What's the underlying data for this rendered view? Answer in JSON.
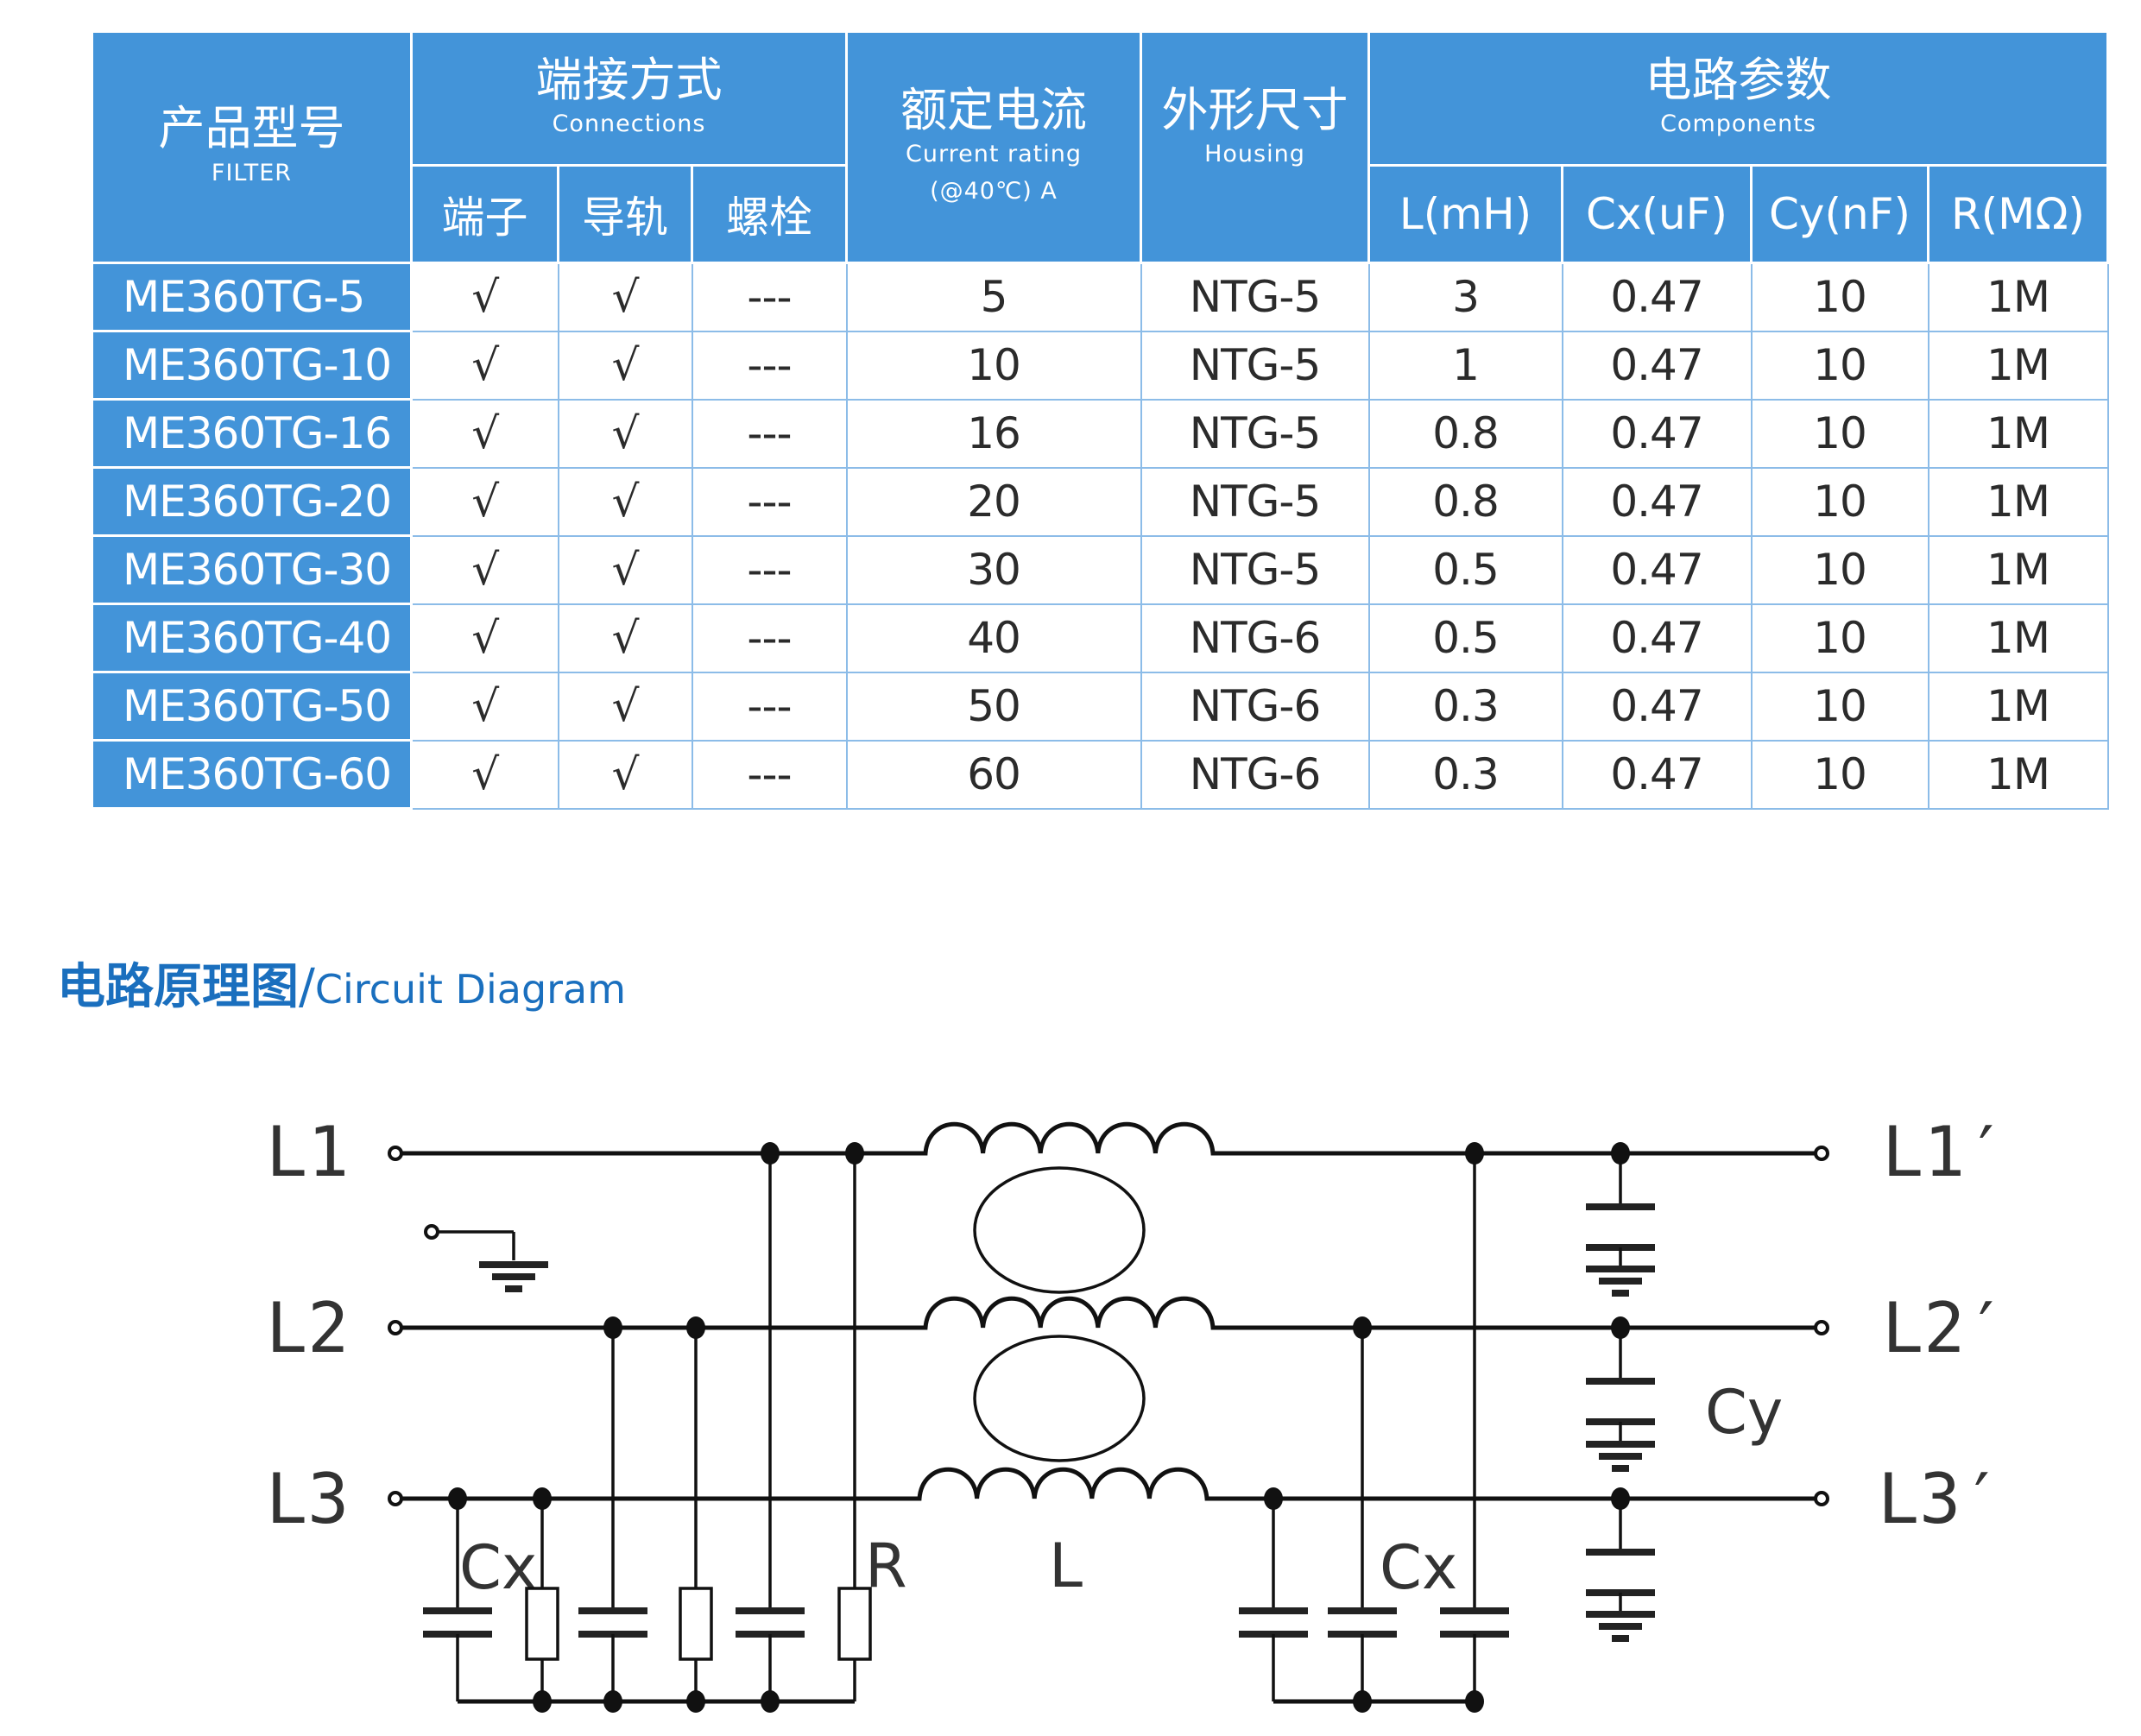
{
  "table": {
    "headers": {
      "model": {
        "cn": "产品型号",
        "en": "FILTER"
      },
      "connections": {
        "cn": "端接方式",
        "en": "Connections",
        "sub": [
          "端子",
          "导轨",
          "螺栓"
        ]
      },
      "current": {
        "cn": "额定电流",
        "en": "Current rating",
        "en2": "(@40℃)  A"
      },
      "housing": {
        "cn": "外形尺寸",
        "en": "Housing"
      },
      "components": {
        "cn": "电路参数",
        "en": "Components",
        "sub": [
          "L(mH)",
          "Cx(uF)",
          "Cy(nF)",
          "R(MΩ)"
        ]
      }
    },
    "rows": [
      {
        "model": "ME360TG-5",
        "terminal": "√",
        "rail": "√",
        "bolt": "---",
        "current": "5",
        "housing": "NTG-5",
        "L": "3",
        "Cx": "0.47",
        "Cy": "10",
        "R": "1M"
      },
      {
        "model": "ME360TG-10",
        "terminal": "√",
        "rail": "√",
        "bolt": "---",
        "current": "10",
        "housing": "NTG-5",
        "L": "1",
        "Cx": "0.47",
        "Cy": "10",
        "R": "1M"
      },
      {
        "model": "ME360TG-16",
        "terminal": "√",
        "rail": "√",
        "bolt": "---",
        "current": "16",
        "housing": "NTG-5",
        "L": "0.8",
        "Cx": "0.47",
        "Cy": "10",
        "R": "1M"
      },
      {
        "model": "ME360TG-20",
        "terminal": "√",
        "rail": "√",
        "bolt": "---",
        "current": "20",
        "housing": "NTG-5",
        "L": "0.8",
        "Cx": "0.47",
        "Cy": "10",
        "R": "1M"
      },
      {
        "model": "ME360TG-30",
        "terminal": "√",
        "rail": "√",
        "bolt": "---",
        "current": "30",
        "housing": "NTG-5",
        "L": "0.5",
        "Cx": "0.47",
        "Cy": "10",
        "R": "1M"
      },
      {
        "model": "ME360TG-40",
        "terminal": "√",
        "rail": "√",
        "bolt": "---",
        "current": "40",
        "housing": "NTG-6",
        "L": "0.5",
        "Cx": "0.47",
        "Cy": "10",
        "R": "1M"
      },
      {
        "model": "ME360TG-50",
        "terminal": "√",
        "rail": "√",
        "bolt": "---",
        "current": "50",
        "housing": "NTG-6",
        "L": "0.3",
        "Cx": "0.47",
        "Cy": "10",
        "R": "1M"
      },
      {
        "model": "ME360TG-60",
        "terminal": "√",
        "rail": "√",
        "bolt": "---",
        "current": "60",
        "housing": "NTG-6",
        "L": "0.3",
        "Cx": "0.47",
        "Cy": "10",
        "R": "1M"
      }
    ]
  },
  "section": {
    "title_cn": "电路原理图",
    "separator": "/",
    "title_en": "Circuit Diagram"
  },
  "circuit": {
    "inputs": [
      "L1",
      "L2",
      "L3"
    ],
    "outputs": [
      "L1′",
      "L2′",
      "L3′"
    ],
    "labels": {
      "cx_left": "Cx",
      "r": "R",
      "l": "L",
      "cx_right": "Cx",
      "cy": "Cy"
    }
  },
  "colors": {
    "header_blue": "#4394d9",
    "title_blue": "#1a6fbe",
    "grid_line": "#8cbce8"
  }
}
